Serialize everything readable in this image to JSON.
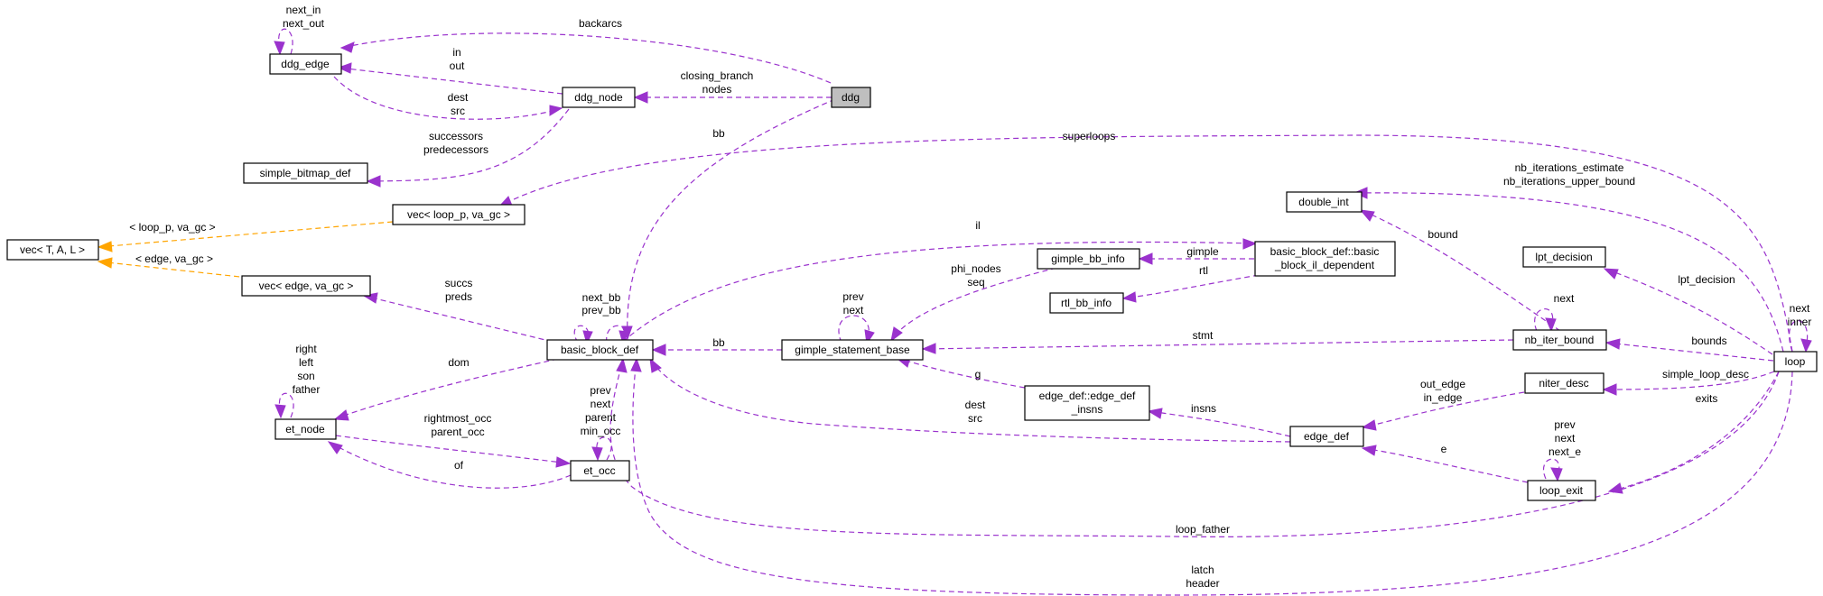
{
  "colors": {
    "usage": "#9a32cd",
    "inheritance": "#ffa500",
    "root_fill": "#bfbfbf"
  },
  "nodes": {
    "ddg": "ddg",
    "ddg_node": "ddg_node",
    "ddg_edge": "ddg_edge",
    "simple_bitmap_def": "simple_bitmap_def",
    "vec_loop_p": "vec< loop_p, va_gc >",
    "vec_tal": "vec< T, A, L >",
    "vec_edge": "vec< edge, va_gc >",
    "basic_block_def": "basic_block_def",
    "et_node": "et_node",
    "et_occ": "et_occ",
    "gimple_statement_base": "gimple_statement_base",
    "gimple_bb_info": "gimple_bb_info",
    "rtl_bb_info": "rtl_bb_info",
    "bb_il_dep_1": "basic_block_def::basic",
    "bb_il_dep_2": "_block_il_dependent",
    "edge_def_insns_1": "edge_def::edge_def",
    "edge_def_insns_2": "_insns",
    "edge_def": "edge_def",
    "double_int": "double_int",
    "nb_iter_bound": "nb_iter_bound",
    "lpt_decision": "lpt_decision",
    "niter_desc": "niter_desc",
    "loop_exit": "loop_exit",
    "loop": "loop"
  },
  "edge_labels": {
    "backarcs": "backarcs",
    "ddg_edge_self_1": "next_in",
    "ddg_edge_self_2": "next_out",
    "in": "in",
    "out": "out",
    "dest": "dest",
    "src": "src",
    "closing_branch": "closing_branch",
    "nodes": "nodes",
    "successors": "successors",
    "predecessors": "predecessors",
    "bb_top": "bb",
    "superloops": "superloops",
    "loop_p_tmpl": "< loop_p, va_gc >",
    "edge_tmpl": "< edge, va_gc >",
    "il": "il",
    "succs": "succs",
    "preds": "preds",
    "next_bb": "next_bb",
    "prev_bb": "prev_bb",
    "gimple": "gimple",
    "rtl": "rtl",
    "phi_nodes": "phi_nodes",
    "seq": "seq",
    "gsb_prev": "prev",
    "gsb_next": "next",
    "bb_mid": "bb",
    "stmt": "stmt",
    "dom": "dom",
    "et_right": "right",
    "et_left": "left",
    "et_son": "son",
    "et_father": "father",
    "rightmost_occ": "rightmost_occ",
    "parent_occ": "parent_occ",
    "of": "of",
    "occ_prev": "prev",
    "occ_next": "next",
    "occ_parent": "parent",
    "occ_min": "min_occ",
    "g": "g",
    "insns": "insns",
    "edge_dest": "dest",
    "edge_src": "src",
    "out_edge": "out_edge",
    "in_edge": "in_edge",
    "e": "e",
    "nb_iterations_estimate": "nb_iterations_estimate",
    "nb_iterations_upper_bound": "nb_iterations_upper_bound",
    "bound": "bound",
    "nib_next": "next",
    "lpt_decision": "lpt_decision",
    "bounds": "bounds",
    "simple_loop_desc": "simple_loop_desc",
    "exits": "exits",
    "le_prev": "prev",
    "le_next": "next",
    "le_next_e": "next_e",
    "loop_next": "next",
    "loop_inner": "inner",
    "loop_father": "loop_father",
    "latch": "latch",
    "header": "header"
  }
}
